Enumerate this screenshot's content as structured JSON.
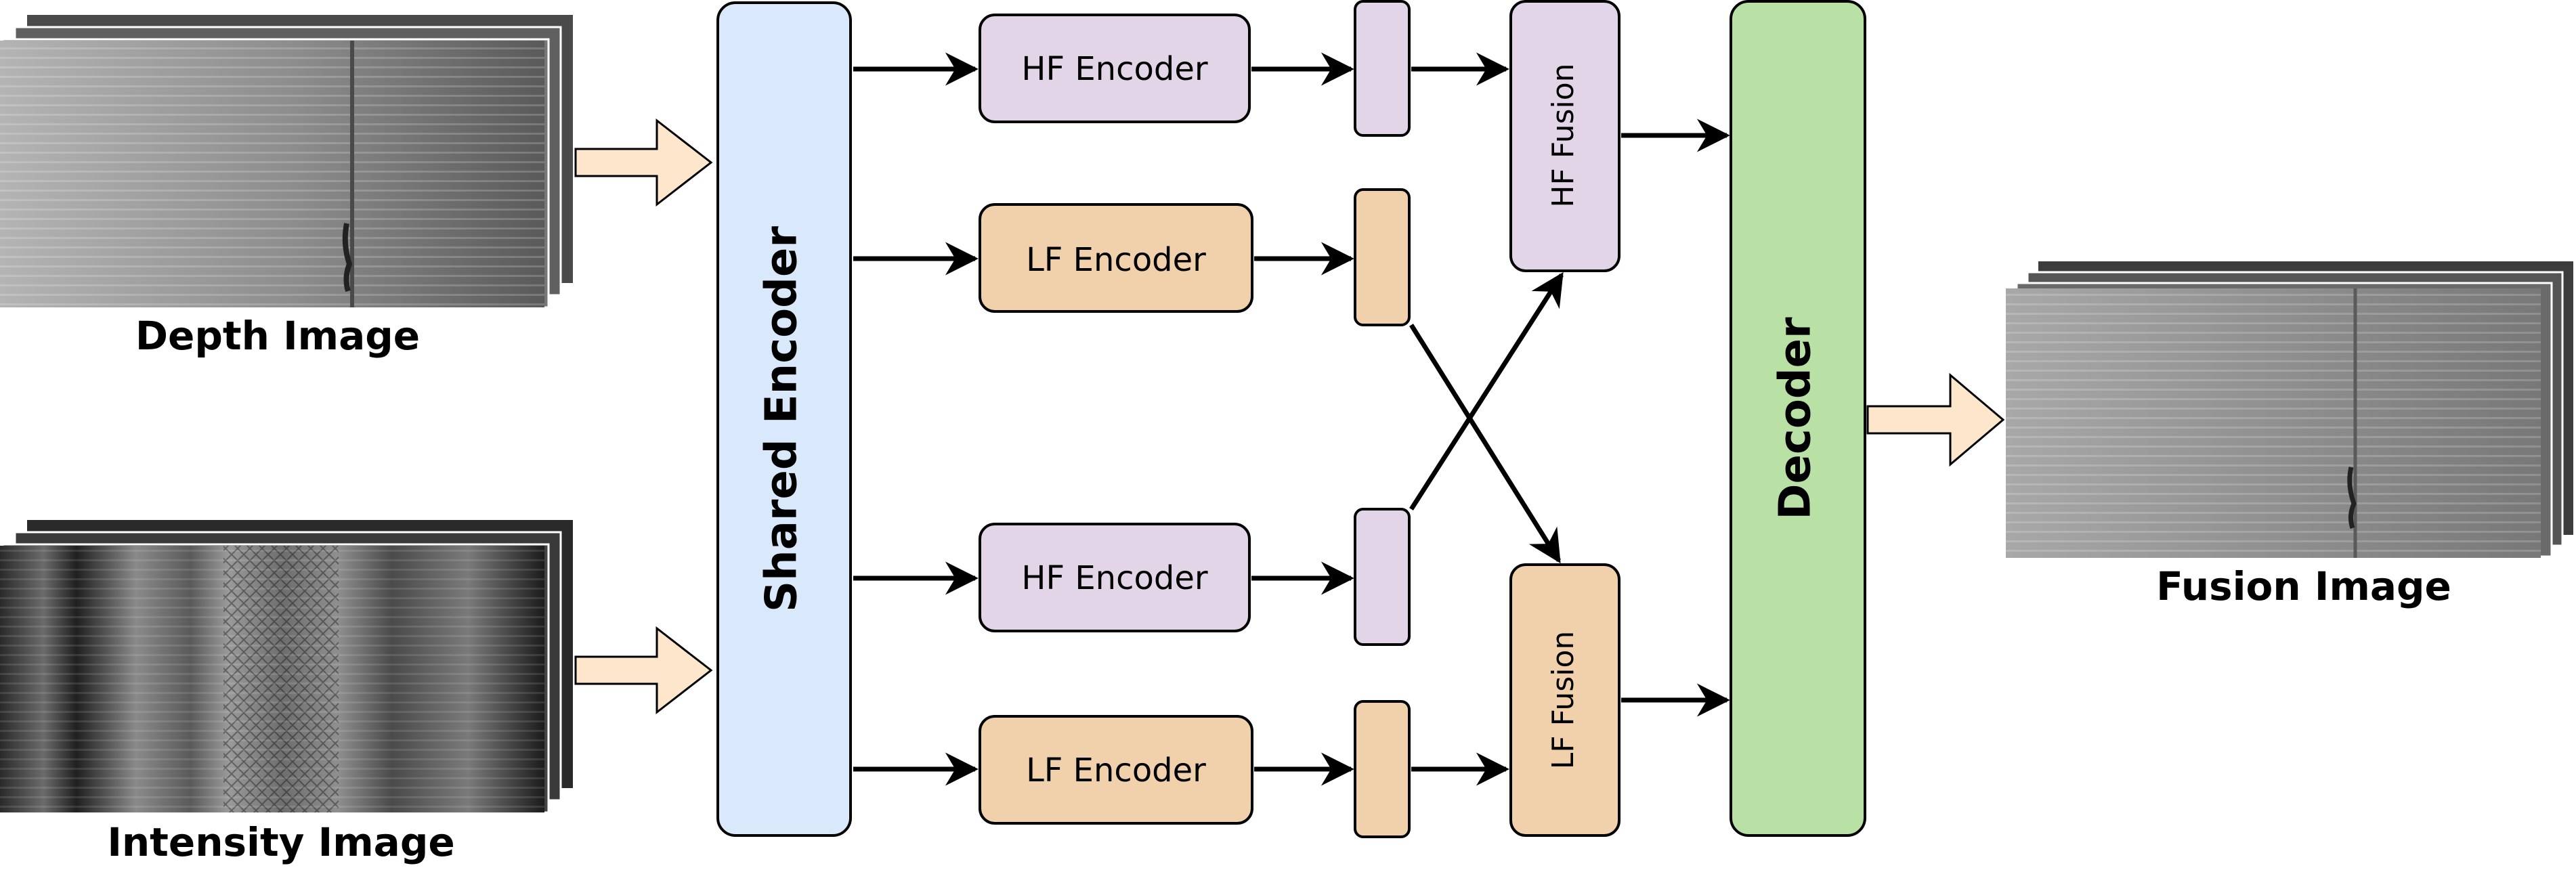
{
  "inputs": {
    "depth_caption": "Depth Image",
    "intensity_caption": "Intensity Image"
  },
  "output": {
    "fusion_caption": "Fusion Image"
  },
  "blocks": {
    "shared_encoder": "Shared Encoder",
    "hf_encoder_top": "HF Encoder",
    "lf_encoder_top": "LF Encoder",
    "hf_encoder_bottom": "HF Encoder",
    "lf_encoder_bottom": "LF Encoder",
    "hf_fusion": "HF Fusion",
    "lf_fusion": "LF Fusion",
    "decoder": "Decoder"
  },
  "colors": {
    "shared_encoder": "#dae8fc",
    "hf": "#e1d5e7",
    "lf": "#f0d1ab",
    "decoder": "#b9e0a5",
    "input_arrow": "#fde6cc",
    "stroke": "#000000"
  }
}
